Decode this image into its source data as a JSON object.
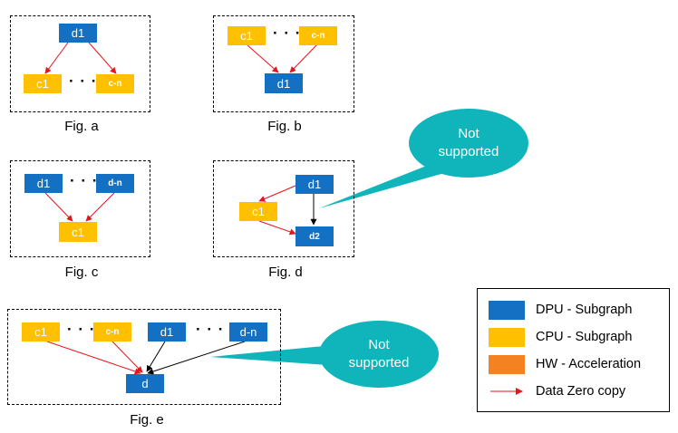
{
  "figures": {
    "a": {
      "caption": "Fig. a",
      "d1": "d1",
      "c1": "c1",
      "cn": "c-n",
      "ellipsis": "· · ·"
    },
    "b": {
      "caption": "Fig. b",
      "d1": "d1",
      "c1": "c1",
      "cn": "c-n",
      "ellipsis": "· · ·"
    },
    "c": {
      "caption": "Fig. c",
      "d1": "d1",
      "dn": "d-n",
      "c1": "c1",
      "ellipsis": "· · ·"
    },
    "d": {
      "caption": "Fig. d",
      "d1": "d1",
      "c1": "c1",
      "d2": "d2"
    },
    "e": {
      "caption": "Fig. e",
      "c1": "c1",
      "cn": "c-n",
      "d1": "d1",
      "dn": "d-n",
      "d": "d",
      "ellipsis": "· · ·"
    }
  },
  "callouts": {
    "top": {
      "line1": "Not",
      "line2": "supported"
    },
    "bottom": {
      "line1": "Not",
      "line2": "supported"
    }
  },
  "legend": {
    "items": [
      {
        "label": "DPU - Subgraph",
        "color": "#1470c2"
      },
      {
        "label": "CPU - Subgraph",
        "color": "#ffc000"
      },
      {
        "label": "HW - Acceleration",
        "color": "#f58220"
      },
      {
        "label": "Data Zero copy",
        "color": "#e8141b"
      }
    ]
  },
  "colors": {
    "dpu": "#1470c2",
    "cpu": "#ffc000",
    "bubble": "#0fb5ba",
    "zero_copy_arrow": "#e8141b",
    "normal_arrow": "#000000"
  }
}
